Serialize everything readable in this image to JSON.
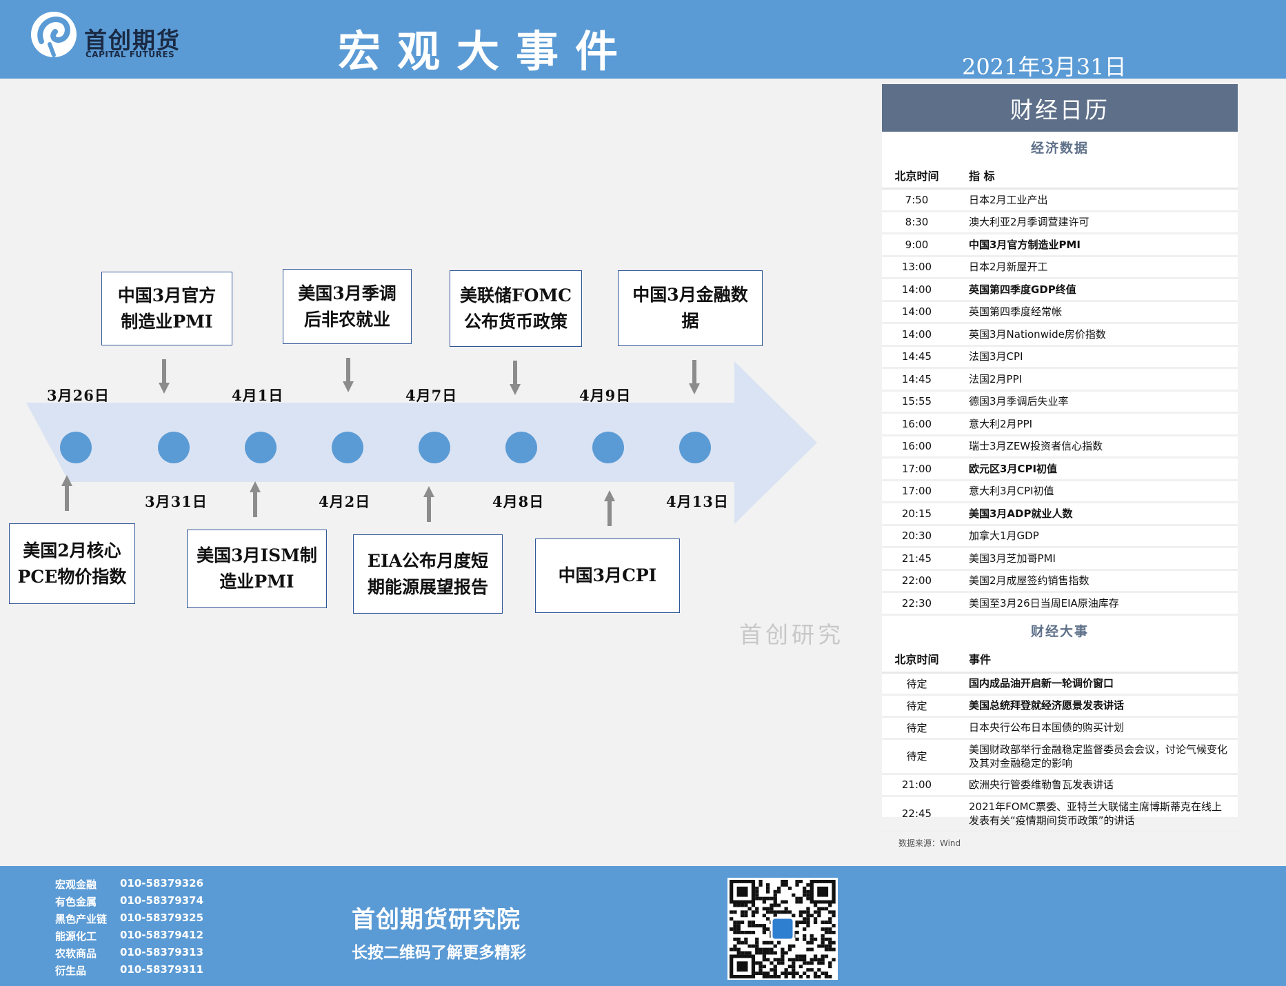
{
  "header": {
    "brand_cn": "首创期货",
    "brand_en": "CAPITAL FUTURES",
    "title": "宏观大事件",
    "date": "2021年3月31日"
  },
  "timeline": {
    "dates": [
      {
        "label": "3月26日",
        "pos": "above"
      },
      {
        "label": "3月31日",
        "pos": "below"
      },
      {
        "label": "4月1日",
        "pos": "above"
      },
      {
        "label": "4月2日",
        "pos": "below"
      },
      {
        "label": "4月7日",
        "pos": "above"
      },
      {
        "label": "4月8日",
        "pos": "below"
      },
      {
        "label": "4月9日",
        "pos": "above"
      },
      {
        "label": "4月13日",
        "pos": "below"
      }
    ],
    "events_top": [
      {
        "lines": [
          "中国3月官方",
          "制造业PMI"
        ]
      },
      {
        "lines": [
          "美国3月季调",
          "后非农就业"
        ]
      },
      {
        "lines": [
          "美联储FOMC",
          "公布货币政策"
        ]
      },
      {
        "lines": [
          "中国3月金融数",
          "据"
        ]
      }
    ],
    "events_bottom": [
      {
        "lines": [
          "美国2月核心",
          "PCE物价指数"
        ]
      },
      {
        "lines": [
          "美国3月ISM制",
          "造业PMI"
        ]
      },
      {
        "lines": [
          "EIA公布月度短",
          "期能源展望报告"
        ]
      },
      {
        "lines": [
          "中国3月CPI"
        ]
      }
    ],
    "watermark": "首创研究"
  },
  "calendar": {
    "title": "财经日历",
    "econ_title": "经济数据",
    "time_header": "北京时间",
    "indicator_header": "指  标",
    "econ_rows": [
      {
        "time": "7:50",
        "name": "日本2月工业产出",
        "bold": false
      },
      {
        "time": "8:30",
        "name": "澳大利亚2月季调营建许可",
        "bold": false
      },
      {
        "time": "9:00",
        "name": "中国3月官方制造业PMI",
        "bold": true
      },
      {
        "time": "13:00",
        "name": "日本2月新屋开工",
        "bold": false
      },
      {
        "time": "14:00",
        "name": "英国第四季度GDP终值",
        "bold": true
      },
      {
        "time": "14:00",
        "name": "英国第四季度经常帐",
        "bold": false
      },
      {
        "time": "14:00",
        "name": "英国3月Nationwide房价指数",
        "bold": false
      },
      {
        "time": "14:45",
        "name": "法国3月CPI",
        "bold": false
      },
      {
        "time": "14:45",
        "name": "法国2月PPI",
        "bold": false
      },
      {
        "time": "15:55",
        "name": "德国3月季调后失业率",
        "bold": false
      },
      {
        "time": "16:00",
        "name": "意大利2月PPI",
        "bold": false
      },
      {
        "time": "16:00",
        "name": "瑞士3月ZEW投资者信心指数",
        "bold": false
      },
      {
        "time": "17:00",
        "name": "欧元区3月CPI初值",
        "bold": true
      },
      {
        "time": "17:00",
        "name": "意大利3月CPI初值",
        "bold": false
      },
      {
        "time": "20:15",
        "name": "美国3月ADP就业人数",
        "bold": true
      },
      {
        "time": "20:30",
        "name": "加拿大1月GDP",
        "bold": false
      },
      {
        "time": "21:45",
        "name": "美国3月芝加哥PMI",
        "bold": false
      },
      {
        "time": "22:00",
        "name": "美国2月成屋签约销售指数",
        "bold": false
      },
      {
        "time": "22:30",
        "name": "美国至3月26日当周EIA原油库存",
        "bold": false
      }
    ],
    "events_title": "财经大事",
    "event_header": "事件",
    "event_rows": [
      {
        "time": "待定",
        "name": "国内成品油开启新一轮调价窗口",
        "bold": true,
        "tall": false
      },
      {
        "time": "待定",
        "name": "美国总统拜登就经济愿景发表讲话",
        "bold": true,
        "tall": false
      },
      {
        "time": "待定",
        "name": "日本央行公布日本国债的购买计划",
        "bold": false,
        "tall": false
      },
      {
        "time": "待定",
        "name": "美国财政部举行金融稳定监督委员会会议，讨论气候变化及其对金融稳定的影响",
        "bold": false,
        "tall": true
      },
      {
        "time": "21:00",
        "name": "欧洲央行管委维勒鲁瓦发表讲话",
        "bold": false,
        "tall": false
      },
      {
        "time": "22:45",
        "name": "2021年FOMC票委、亚特兰大联储主席博斯蒂克在线上发表有关“疫情期间货币政策”的讲话",
        "bold": false,
        "tall": true
      }
    ],
    "source": "数据来源：Wind"
  },
  "footer": {
    "contacts": [
      {
        "dept": "宏观金融",
        "phone": "010-58379326"
      },
      {
        "dept": "有色金属",
        "phone": "010-58379374"
      },
      {
        "dept": "黑色产业链",
        "phone": "010-58379325"
      },
      {
        "dept": "能源化工",
        "phone": "010-58379412"
      },
      {
        "dept": "农软商品",
        "phone": "010-58379313"
      },
      {
        "dept": "衍生品",
        "phone": "010-58379311"
      }
    ],
    "institute": "首创期货研究院",
    "slogan": "长按二维码了解更多精彩"
  },
  "colors": {
    "header_blue": "#5b9bd5",
    "calendar_header": "#5e7089",
    "timeline_arrow": "#dae3f3",
    "dot": "#5b9bd5"
  }
}
